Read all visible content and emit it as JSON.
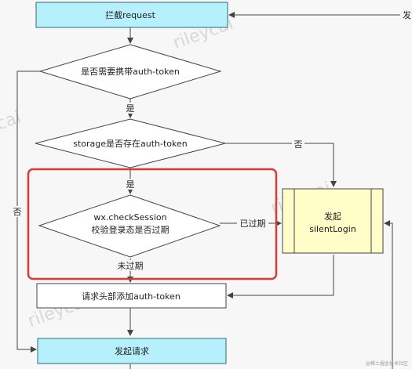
{
  "nodes": {
    "intercept": "拦截request",
    "need_token": "是否需要携带auth-token",
    "storage_check": "storage是否存在auth-token",
    "check_session_line1": "wx.checkSession",
    "check_session_line2": "校验登录态是否过期",
    "silent_login_line1": "发起",
    "silent_login_line2": "silentLogin",
    "add_header": "请求头部添加auth-token",
    "send_request": "发起请求"
  },
  "edges": {
    "yes_1": "是",
    "no_storage": "否",
    "yes_2": "是",
    "no_need": "否",
    "expired": "已过期",
    "not_expired": "未过期",
    "top_right": "发"
  },
  "watermark": [
    "rileycai",
    "rileycai",
    "rileycai",
    "rileycai"
  ],
  "corner_mark": "@稀土掘金技术社区",
  "colors": {
    "process_fill": "#b6f0fc",
    "process_stroke": "#2c6a7a",
    "subprocess_fill": "#fffec9",
    "highlight": "#e0383a",
    "line": "#444444"
  }
}
